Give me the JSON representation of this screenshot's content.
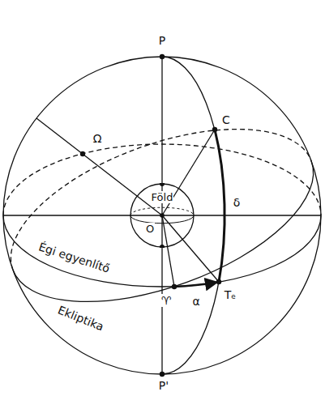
{
  "diagram": {
    "nodes": [
      {
        "text": [
          "Föld",
          "O"
        ]
      }
    ],
    "labels": [
      "P",
      "P'",
      "C",
      "δ",
      "♈",
      "α",
      "Tₑ",
      "Ω",
      "Égi egyenlítő",
      "Ekliptika"
    ]
  }
}
